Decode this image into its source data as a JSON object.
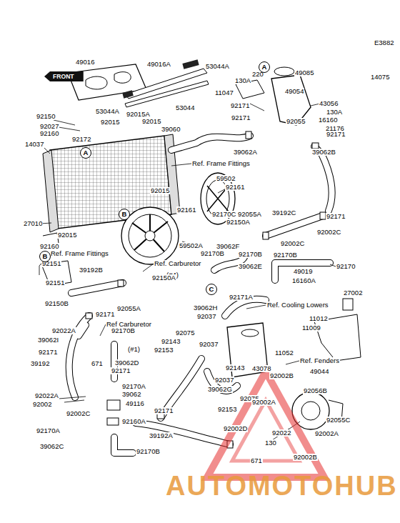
{
  "diagram": {
    "nodes": [
      {
        "text": [
          "FRONT"
        ]
      },
      {
        "text": [
          "A"
        ]
      },
      {
        "text": [
          "A"
        ]
      },
      {
        "text": [
          "B"
        ]
      },
      {
        "text": [
          "B"
        ]
      },
      {
        "text": [
          "C"
        ]
      }
    ],
    "edges": [],
    "labels": [
      "E3882",
      "49016",
      "49016A",
      "53044A",
      "53044",
      "53044A",
      "92015A",
      "92150",
      "92015",
      "92015",
      "92027",
      "92160",
      "92172",
      "39060",
      "14037",
      "Ref. Frame Fittings",
      "59502",
      "92015",
      "92161",
      "27010",
      "92015",
      "92161",
      "92170C",
      "92055A",
      "92150A",
      "59502A",
      "39192C",
      "92171",
      "92002C",
      "92002C",
      "92160",
      "Ref. Frame Fittings",
      "39062F",
      "92170B",
      "92170B",
      "92170B",
      "Ref. Carburetor",
      "(#4)",
      "39062E",
      "92170",
      "49019",
      "16160A",
      "92151",
      "39192B",
      "92151",
      "92150A",
      "92171A",
      "27002",
      "39062H",
      "92037",
      "Ref. Cooling Lowers",
      "11012",
      "11009",
      "92150B",
      "92171",
      "92055A",
      "92022A",
      "39062I",
      "92171",
      "39192",
      "671",
      "Ref Carburetor",
      "92170B",
      "(#1)",
      "92075",
      "92143",
      "92037",
      "92153",
      "11052",
      "43078",
      "92002B",
      "Ref. Fenders",
      "49044",
      "39062D",
      "92171",
      "92143",
      "92037",
      "39062G",
      "92075",
      "92153",
      "92022A",
      "92002",
      "92002C",
      "92170A",
      "39062",
      "49116",
      "92160A",
      "92171",
      "39192A",
      "92170A",
      "39062C",
      "92170B",
      "92056B",
      "92055C",
      "92002A",
      "92002D",
      "92022",
      "92002A",
      "130",
      "671",
      "92002B",
      "220",
      "130A",
      "11047",
      "49085",
      "14075",
      "49054",
      "43056",
      "130A",
      "16160",
      "92055",
      "21176",
      "92171",
      "92171",
      "92171",
      "39062A",
      "39062B",
      "AUTOMOTOHUB"
    ]
  }
}
